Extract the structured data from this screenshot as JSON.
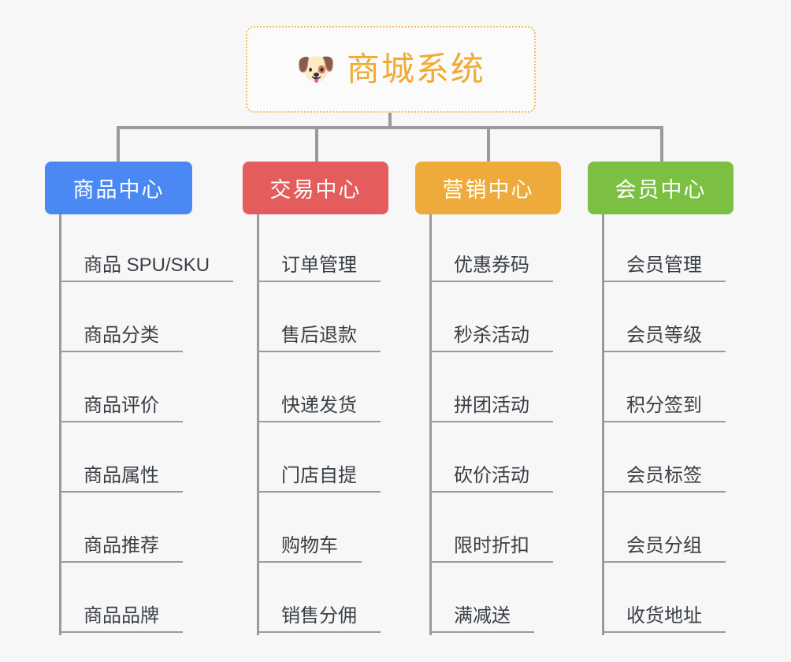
{
  "root": {
    "icon": "dog-face-icon",
    "icon_glyph": "🐶",
    "title": "商城系统",
    "title_color": "#f0ab32",
    "border_color": "#f0c060"
  },
  "branches": [
    {
      "label": "商品中心",
      "color": "#4a89f3",
      "items": [
        "商品 SPU/SKU",
        "商品分类",
        "商品评价",
        "商品属性",
        "商品推荐",
        "商品品牌"
      ]
    },
    {
      "label": "交易中心",
      "color": "#e45c5c",
      "items": [
        "订单管理",
        "售后退款",
        "快递发货",
        "门店自提",
        "购物车",
        "销售分佣"
      ]
    },
    {
      "label": "营销中心",
      "color": "#eeab3b",
      "items": [
        "优惠券码",
        "秒杀活动",
        "拼团活动",
        "砍价活动",
        "限时折扣",
        "满减送"
      ]
    },
    {
      "label": "会员中心",
      "color": "#7cc043",
      "items": [
        "会员管理",
        "会员等级",
        "积分签到",
        "会员标签",
        "会员分组",
        "收货地址"
      ]
    }
  ],
  "connector_color": "#9a9a9a",
  "background_color": "#f7f7f7"
}
